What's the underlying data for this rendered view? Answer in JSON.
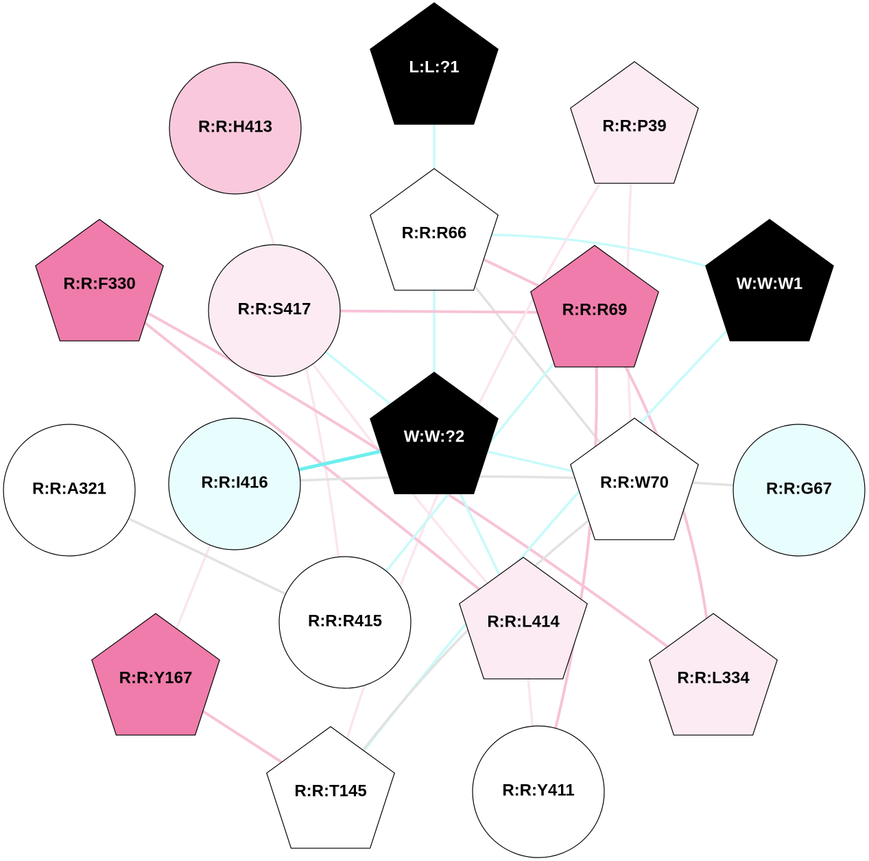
{
  "colors": {
    "black": "#000000",
    "pink_strong": "#ef7cab",
    "pink_mid": "#f9c8dc",
    "pink_light": "#fcebf3",
    "cyan_light": "#e8fefe",
    "white": "#ffffff",
    "edge_cyan": "#c8fafa",
    "edge_cyan_strong": "#6eeeee",
    "edge_pink": "#f7c3d8",
    "edge_pink_light": "#fbe6ee",
    "edge_gray": "#e2e2e2"
  },
  "nodes": [
    {
      "id": "L:L:?1",
      "shape": "pentagon",
      "fill": "black"
    },
    {
      "id": "R:R:H413",
      "shape": "circle",
      "fill": "pink_mid"
    },
    {
      "id": "R:R:P39",
      "shape": "pentagon",
      "fill": "pink_light"
    },
    {
      "id": "R:R:R66",
      "shape": "pentagon",
      "fill": "white"
    },
    {
      "id": "R:R:F330",
      "shape": "pentagon",
      "fill": "pink_strong"
    },
    {
      "id": "R:R:S417",
      "shape": "circle",
      "fill": "pink_light"
    },
    {
      "id": "R:R:R69",
      "shape": "pentagon",
      "fill": "pink_strong"
    },
    {
      "id": "W:W:W1",
      "shape": "pentagon",
      "fill": "black"
    },
    {
      "id": "W:W:?2",
      "shape": "pentagon",
      "fill": "black"
    },
    {
      "id": "R:R:A321",
      "shape": "circle",
      "fill": "white"
    },
    {
      "id": "R:R:I416",
      "shape": "circle",
      "fill": "cyan_light"
    },
    {
      "id": "R:R:W70",
      "shape": "pentagon",
      "fill": "white"
    },
    {
      "id": "R:R:G67",
      "shape": "circle",
      "fill": "cyan_light"
    },
    {
      "id": "R:R:R415",
      "shape": "circle",
      "fill": "white"
    },
    {
      "id": "R:R:L414",
      "shape": "pentagon",
      "fill": "pink_light"
    },
    {
      "id": "R:R:L334",
      "shape": "pentagon",
      "fill": "pink_light"
    },
    {
      "id": "R:R:Y167",
      "shape": "pentagon",
      "fill": "pink_strong"
    },
    {
      "id": "R:R:T145",
      "shape": "pentagon",
      "fill": "white"
    },
    {
      "id": "R:R:Y411",
      "shape": "circle",
      "fill": "white"
    }
  ],
  "edges": [
    {
      "from": "L:L:?1",
      "to": "R:R:R66",
      "color": "edge_cyan"
    },
    {
      "from": "R:R:R66",
      "to": "W:W:W1",
      "color": "edge_cyan"
    },
    {
      "from": "R:R:R66",
      "to": "R:R:R69",
      "color": "edge_pink"
    },
    {
      "from": "R:R:R66",
      "to": "W:W:?2",
      "color": "edge_cyan"
    },
    {
      "from": "R:R:R66",
      "to": "R:R:W70",
      "color": "edge_gray"
    },
    {
      "from": "R:R:S417",
      "to": "R:R:R69",
      "color": "edge_pink"
    },
    {
      "from": "R:R:S417",
      "to": "W:W:?2",
      "color": "edge_cyan"
    },
    {
      "from": "R:R:S417",
      "to": "R:R:L414",
      "color": "edge_pink_light"
    },
    {
      "from": "R:R:H413",
      "to": "R:R:R415",
      "color": "edge_pink_light"
    },
    {
      "from": "R:R:P39",
      "to": "R:R:T145",
      "color": "edge_pink_light"
    },
    {
      "from": "R:R:P39",
      "to": "R:R:W70",
      "color": "edge_pink_light"
    },
    {
      "from": "R:R:F330",
      "to": "R:R:L414",
      "color": "edge_pink"
    },
    {
      "from": "R:R:F330",
      "to": "R:R:L334",
      "color": "edge_pink"
    },
    {
      "from": "R:R:R69",
      "to": "R:R:Y411",
      "color": "edge_pink"
    },
    {
      "from": "R:R:R69",
      "to": "R:R:L334",
      "color": "edge_pink"
    },
    {
      "from": "R:R:R69",
      "to": "R:R:R415",
      "color": "edge_cyan"
    },
    {
      "from": "W:W:W1",
      "to": "R:R:T145",
      "color": "edge_cyan"
    },
    {
      "from": "W:W:?2",
      "to": "R:R:I416",
      "color": "edge_cyan_strong"
    },
    {
      "from": "W:W:?2",
      "to": "R:R:W70",
      "color": "edge_cyan"
    },
    {
      "from": "W:W:?2",
      "to": "R:R:L414",
      "color": "edge_cyan"
    },
    {
      "from": "R:R:I416",
      "to": "R:R:G67",
      "color": "edge_gray"
    },
    {
      "from": "R:R:I416",
      "to": "R:R:Y167",
      "color": "edge_pink_light"
    },
    {
      "from": "R:R:A321",
      "to": "R:R:R415",
      "color": "edge_gray"
    },
    {
      "from": "R:R:W70",
      "to": "R:R:T145",
      "color": "edge_gray"
    },
    {
      "from": "R:R:L414",
      "to": "R:R:Y411",
      "color": "edge_pink_light"
    },
    {
      "from": "R:R:Y167",
      "to": "R:R:T145",
      "color": "edge_pink"
    }
  ]
}
